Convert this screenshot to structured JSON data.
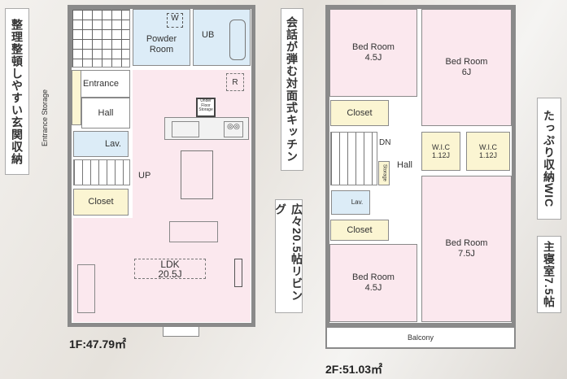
{
  "floor1": {
    "label": "1F:47.79㎡",
    "rooms": {
      "powder": "Powder Room",
      "w": "W",
      "ub": "UB",
      "entrance": "Entrance",
      "hall": "Hall",
      "lav": "Lav.",
      "up": "UP",
      "closet": "Closet",
      "r": "R",
      "underfloor": "Under Floor Storage",
      "ldk": "LDK",
      "ldk_size": "20.5J",
      "entrance_storage": "Entrance Storage"
    }
  },
  "floor2": {
    "label": "2F:51.03㎡",
    "rooms": {
      "bed1": "Bed Room",
      "bed1_size": "4.5J",
      "bed2": "Bed Room",
      "bed2_size": "6J",
      "closet1": "Closet",
      "hall": "Hall",
      "dn": "DN",
      "wic1": "W.I.C",
      "wic1_size": "1.12J",
      "wic2": "W.I.C",
      "wic2_size": "1.12J",
      "storage": "Storage",
      "lav": "Lav.",
      "closet2": "Closet",
      "bed3": "Bed Room",
      "bed3_size": "7.5J",
      "bed4": "Bed Room",
      "bed4_size": "4.5J",
      "balcony": "Balcony"
    }
  },
  "callouts": {
    "entrance_storage": "整理整頓しやすい玄関収納",
    "kitchen": "会話が弾む対面式キッチン",
    "living": "広々20.5帖リビング",
    "wic": "たっぷり収納WIC",
    "master": "主寝室7.5帖"
  }
}
